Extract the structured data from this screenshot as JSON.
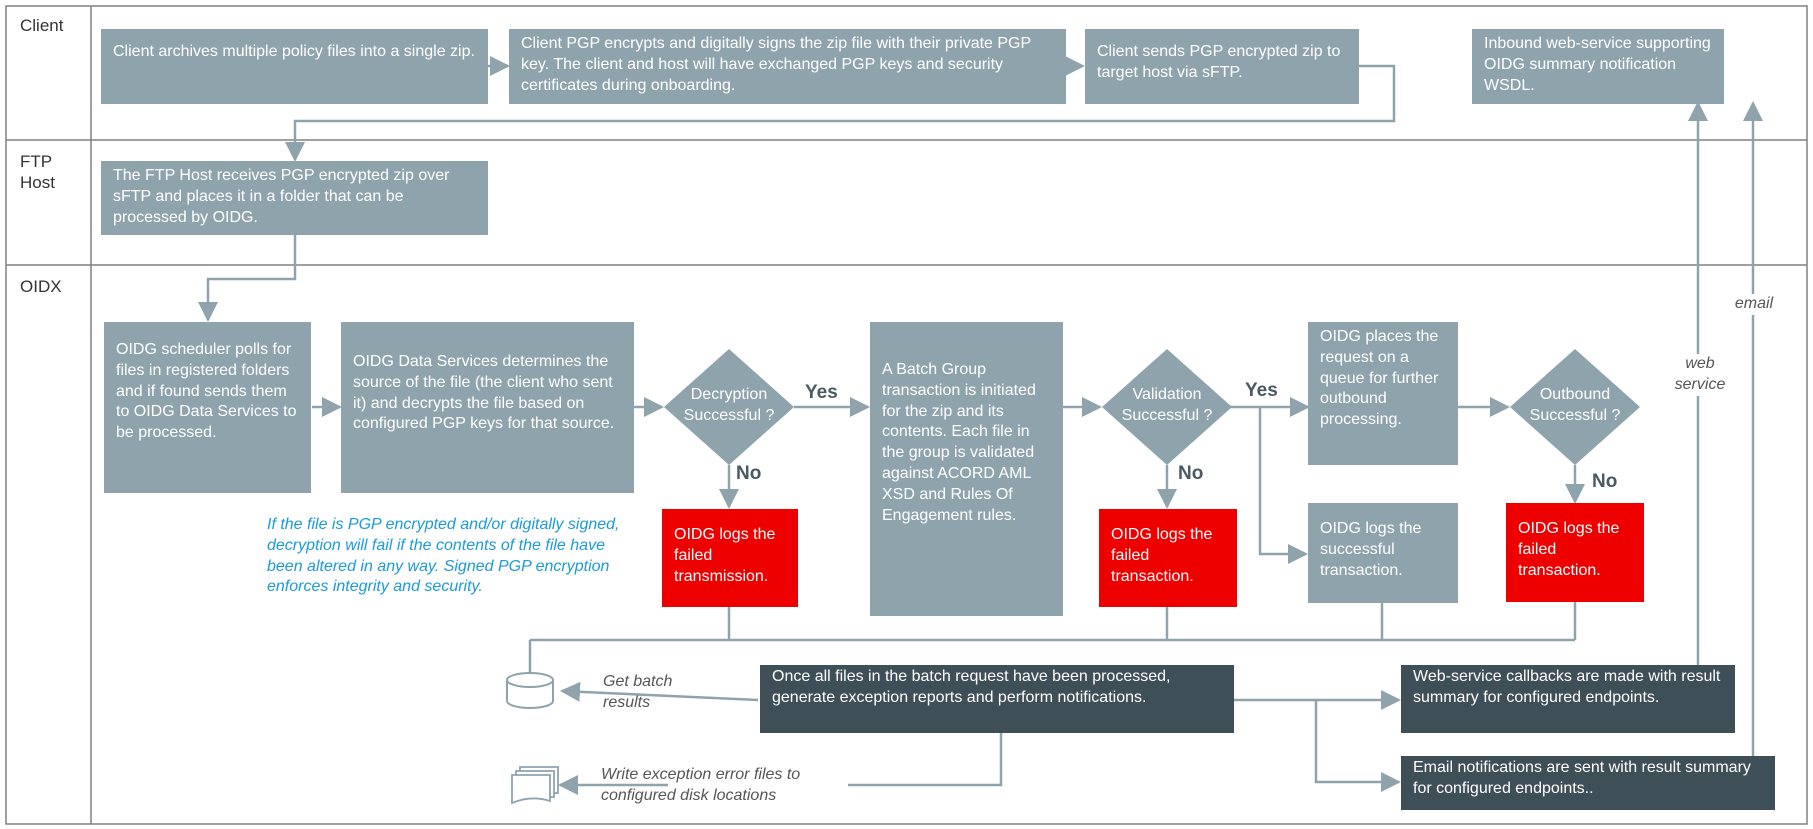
{
  "lanes": {
    "client": "Client",
    "ftp_host": "FTP Host",
    "oidx": "OIDX"
  },
  "client": {
    "archive": "Client archives multiple policy files into a single zip.",
    "encrypt": "Client PGP encrypts and digitally signs the zip file with their private PGP key. The client and host will have exchanged PGP keys and security certificates during onboarding.",
    "send": "Client sends PGP encrypted zip to target host via sFTP.",
    "inbound": "Inbound web-service supporting OIDG summary notification WSDL."
  },
  "ftp": {
    "receive": "The FTP Host receives PGP encrypted zip over sFTP and places it in a folder that can be processed by OIDG."
  },
  "oidx": {
    "scheduler": "OIDG scheduler polls for files in registered folders and if found sends them to OIDG Data Services to be processed.",
    "data_services": "OIDG Data Services determines the source of the file (the client who sent it) and decrypts the file based on configured PGP keys for that source.",
    "decryption_diamond": "Decryption Successful ?",
    "batch_group": "A Batch Group transaction is initiated for the zip and its contents. Each file in the group is validated against ACORD AML XSD and Rules Of Engagement rules.",
    "validation_diamond": "Validation Successful ?",
    "queue": "OIDG places the request on a queue for further outbound processing.",
    "outbound_diamond": "Outbound Successful ?",
    "failed_transmission": "OIDG logs the failed transmission.",
    "failed_transaction_1": "OIDG logs the failed transaction.",
    "success_transaction": "OIDG logs the successful transaction.",
    "failed_transaction_2": "OIDG logs the failed transaction.",
    "pgp_note": "If the file is PGP encrypted and/or digitally signed, decryption will fail if the contents of the file have been altered in any way. Signed PGP encryption enforces integrity and security.",
    "batch_complete": "Once all files in the batch request have been processed, generate exception reports and perform notifications.",
    "ws_callbacks": "Web-service callbacks are made with result summary for configured endpoints.",
    "email_notifications": "Email notifications are sent with result summary for configured endpoints..",
    "get_batch_results": "Get batch results",
    "write_exception": "Write exception error files to configured disk locations"
  },
  "labels": {
    "yes": "Yes",
    "no": "No",
    "web_service": "web service",
    "email": "email"
  },
  "colors": {
    "box": "#8fa3ad",
    "dark_box": "#3f4f58",
    "fail_box": "#ee0000",
    "note_text": "#1a9bd7",
    "connector": "#8fa3ad",
    "lane_border": "#808080"
  }
}
